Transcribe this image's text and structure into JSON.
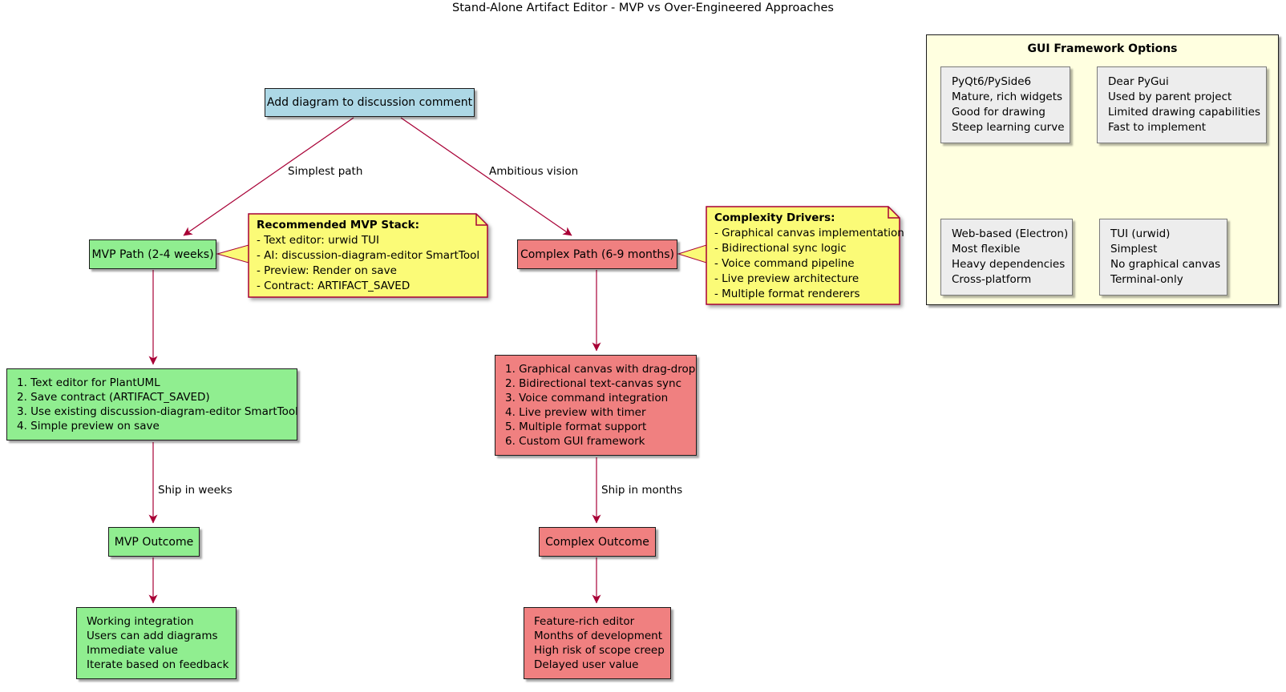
{
  "title": "Stand-Alone Artifact Editor - MVP vs Over-Engineered Approaches",
  "colors": {
    "arrow": "#A80036",
    "start_fill": "#ADD8E6",
    "mvp_fill": "#90EE90",
    "complex_fill": "#F08080",
    "note_fill": "#FBFB77",
    "note_border": "#A80036",
    "legend_fill": "#FFFFE0",
    "option_fill": "#EDEDED"
  },
  "nodes": {
    "start": {
      "label": "Add diagram to discussion comment"
    },
    "mvp_path": {
      "label": "MVP Path (2-4 weeks)"
    },
    "complex_path": {
      "label": "Complex Path (6-9 months)"
    },
    "mvp_steps": {
      "lines": [
        "1. Text editor for PlantUML",
        "2. Save contract (ARTIFACT_SAVED)",
        "3. Use existing discussion-diagram-editor SmartTool",
        "4. Simple preview on save"
      ]
    },
    "complex_steps": {
      "lines": [
        "1. Graphical canvas with drag-drop",
        "2. Bidirectional text-canvas sync",
        "3. Voice command integration",
        "4. Live preview with timer",
        "5. Multiple format support",
        "6. Custom GUI framework"
      ]
    },
    "mvp_outcome": {
      "label": "MVP Outcome"
    },
    "complex_outcome": {
      "label": "Complex Outcome"
    },
    "mvp_result": {
      "lines": [
        "Working integration",
        "Users can add diagrams",
        "Immediate value",
        "Iterate based on feedback"
      ]
    },
    "complex_result": {
      "lines": [
        "Feature-rich editor",
        "Months of development",
        "High risk of scope creep",
        "Delayed user value"
      ]
    }
  },
  "edges": {
    "simplest": "Simplest path",
    "ambitious": "Ambitious vision",
    "ship_weeks": "Ship in weeks",
    "ship_months": "Ship in months"
  },
  "notes": {
    "mvp_stack": {
      "title": "Recommended MVP Stack:",
      "lines": [
        "- Text editor: urwid TUI",
        "- AI: discussion-diagram-editor SmartTool",
        "- Preview: Render on save",
        "- Contract: ARTIFACT_SAVED"
      ]
    },
    "complexity": {
      "title": "Complexity Drivers:",
      "lines": [
        "- Graphical canvas implementation",
        "- Bidirectional sync logic",
        "- Voice command pipeline",
        "- Live preview architecture",
        "- Multiple format renderers"
      ]
    }
  },
  "legend": {
    "title": "GUI Framework Options",
    "options": [
      {
        "lines": [
          "PyQt6/PySide6",
          "Mature, rich widgets",
          "Good for drawing",
          "Steep learning curve"
        ]
      },
      {
        "lines": [
          "Dear PyGui",
          "Used by parent project",
          "Limited drawing capabilities",
          "Fast to implement"
        ]
      },
      {
        "lines": [
          "Web-based (Electron)",
          "Most flexible",
          "Heavy dependencies",
          "Cross-platform"
        ]
      },
      {
        "lines": [
          "TUI (urwid)",
          "Simplest",
          "No graphical canvas",
          "Terminal-only"
        ]
      }
    ]
  }
}
